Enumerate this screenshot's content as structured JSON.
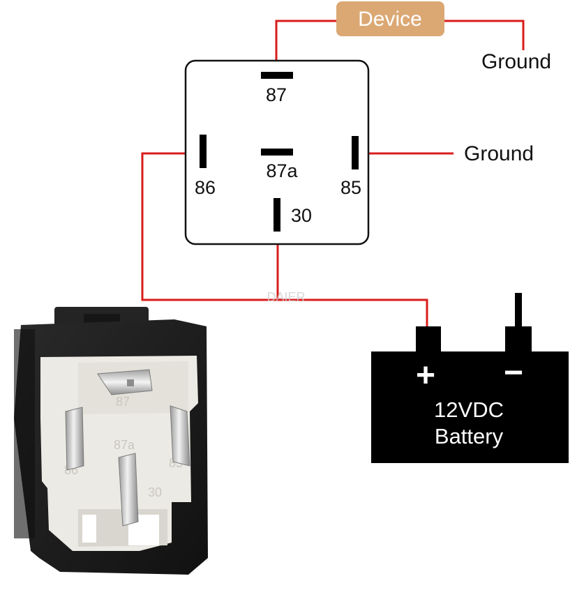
{
  "device": {
    "label": "Device",
    "color": "#dba874"
  },
  "grounds": {
    "top": "Ground",
    "middle": "Ground"
  },
  "relay_schematic": {
    "pins": {
      "p87": "87",
      "p87a": "87a",
      "p86": "86",
      "p85": "85",
      "p30": "30"
    }
  },
  "battery": {
    "line1": "12VDC",
    "line2": "Battery",
    "plus": "+",
    "minus": "−"
  },
  "watermark": "DAIER",
  "relay_photo": {
    "pins": {
      "p87": "87",
      "p87a": "87a",
      "p86": "86",
      "p85": "85",
      "p30": "30"
    }
  },
  "colors": {
    "wire": "#d91c1c",
    "battery": "#000000",
    "relay_body": "#1c1c1c",
    "relay_face": "#eceae4"
  }
}
